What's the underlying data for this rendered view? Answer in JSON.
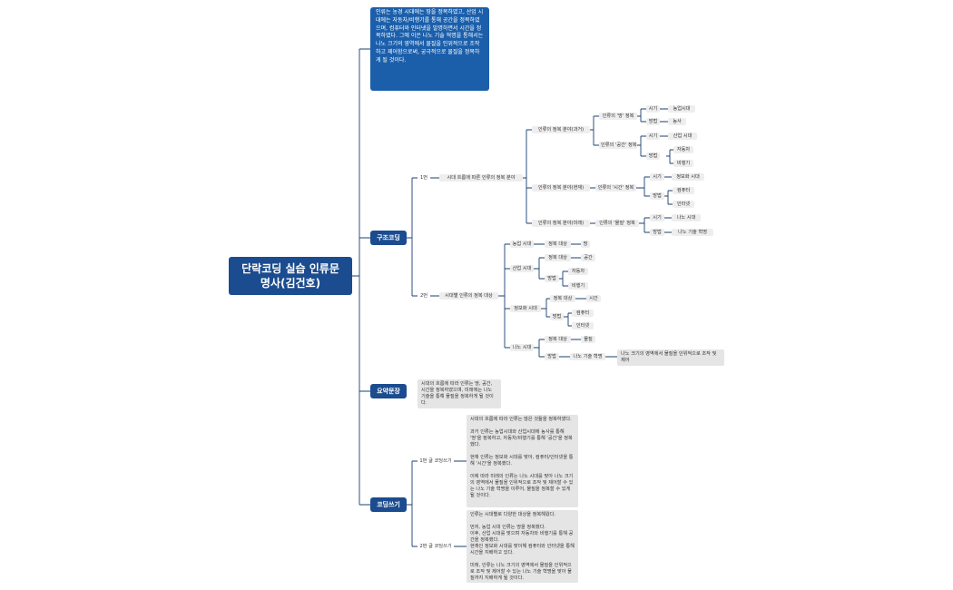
{
  "root": "단락코딩 실습 인류문\n명사(김건호)",
  "intro": "인류는 농경 시대에는 땅을 정복하였고, 산업 시대에는 자동차/비행기를 통해 공간을 정복하였으며, 컴퓨터와 인터넷을 발명하면서 시간을 정복하였다. 그에 이은 나노 기술 혁명을 통해서는 나노 크기의 영역에서 물질을 인위적으로 조작하고 제어함으로써, 궁극적으로 물질을 정복하게 될 것이다.",
  "structure": {
    "title": "구조코딩",
    "q1": {
      "label": "1번",
      "topic": "시대 흐름에 따른 인류의 정복 분야",
      "past": {
        "label": "인류의 정복 분야(과거)",
        "land": {
          "label": "인류의 '땅' 정복",
          "era_label": "시기",
          "era": "농업시대",
          "method_label": "방법",
          "method": "농사"
        },
        "space": {
          "label": "인류의 '공간' 정복",
          "era_label": "시기",
          "era": "산업 시대",
          "method_label": "방법",
          "methods": [
            "자동차",
            "비행기"
          ]
        }
      },
      "present": {
        "label": "인류의 정복 분야(현재)",
        "time": "인류의 '시간' 정복",
        "era_label": "시기",
        "era": "정보화 시대",
        "method_label": "방법",
        "methods": [
          "컴퓨터",
          "인터넷"
        ]
      },
      "future": {
        "label": "인류의 정복 분야(미래)",
        "matter": "인류의 '물질' 정복",
        "era_label": "시기",
        "era": "나노 시대",
        "method_label": "방법",
        "method": "나노 기술 혁명"
      }
    },
    "q2": {
      "label": "2번",
      "topic": "시대별 인류의 정복 대상",
      "agri": {
        "label": "농업 시대",
        "target_label": "정복 대상",
        "target": "땅"
      },
      "industry": {
        "label": "산업 시대",
        "target_label": "정복 대상",
        "target": "공간",
        "method_label": "방법",
        "methods": [
          "자동차",
          "비행기"
        ]
      },
      "info": {
        "label": "정보화 시대",
        "target_label": "정복 대상",
        "target": "시간",
        "method_label": "방법",
        "methods": [
          "컴퓨터",
          "인터넷"
        ]
      },
      "nano": {
        "label": "나노 시대",
        "target_label": "정복 대상",
        "target": "물질",
        "method_label": "방법",
        "method": "나노 기술 혁명",
        "detail": "나노 크기의 영역에서 물질을 인위적으로 조작 및 제어"
      }
    }
  },
  "summary": {
    "title": "요약문장",
    "text": "시대의 흐름에 따라 인류는 땅, 공간, 시간을 정복하였으며, 미래에는 나노 기술을 통해 물질을 정복하게 될 것이다."
  },
  "writing": {
    "title": "코딩쓰기",
    "w1": {
      "label": "1번 글 코딩쓰기",
      "text": "시대의 흐름에 따라 인류는 많은 것들을 정복하였다.\n\n과거 인류는 농업시대와 산업시대에 농사를 통해 '땅'을 정복하고, 자동차/비행기를 통해 '공간'을 정복했다.\n\n현재 인류는 정보화 시대를 맞아, 컴퓨터/인터넷을 통해 '시간'을 정복했다.\n\n이에 따라 미래의 인류는 나노 시대를 맞아 나노 크기의 영역에서 물질을 인위적으로 조작 및 제어할 수 있는 나노 기술 혁명을 이루어, 물질을 정복할 수 있게 될 것이다."
    },
    "w2": {
      "label": "2번 글 코딩쓰기",
      "text": "인류는 시대별로 다양한 대상을 정복해왔다.\n\n먼저, 농업 시대 인류는 땅을 정복했다.\n이후, 산업 시대를 맞으며 자동차와 비행기를 통해 공간을 정복했다.\n현재인 정보화 시대를 맞이해 컴퓨터와 인터넷을 통해 시간을 지배하고 있다.\n\n미래, 인류는 나노 크기의 영역에서 물질을 인위적으로 조작 및 제어할 수 있는 나노 기술 혁명을 맞아 물질까지 지배하게 될 것이다."
    }
  },
  "colors": {
    "line": "#1b3f72",
    "node": "#1b4c8f",
    "intro": "#1b5fab",
    "box": "#e5e5e5"
  }
}
